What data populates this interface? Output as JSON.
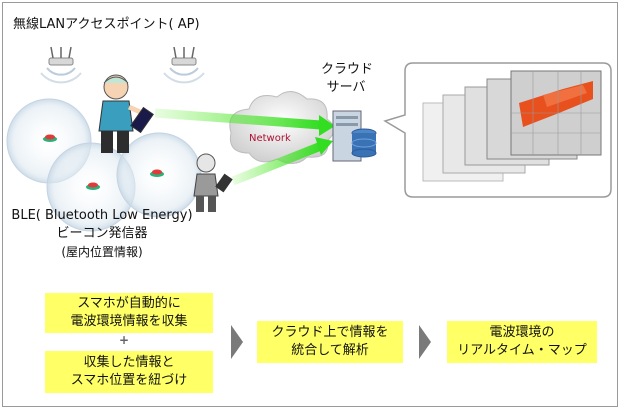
{
  "labels": {
    "wireless_ap": "無線LANアクセスポイント( AP)",
    "cloud_server_line1": "クラウド",
    "cloud_server_line2": "サーバ",
    "network": "Network",
    "ble_line1": "BLE( Bluetooth Low Energy)",
    "ble_line2": "ビーコン発信器",
    "ble_line3": "(屋内位置情報)"
  },
  "steps": {
    "box1_line1": "スマホが自動的に",
    "box1_line2": "電波環境情報を収集",
    "plus": "+",
    "box2_line1": "収集した情報と",
    "box2_line2": "スマホ位置を紐づけ",
    "box3_line1": "クラウド上で情報を",
    "box3_line2": "統合して解析",
    "box4_line1": "電波環境の",
    "box4_line2": "リアルタイム・マップ"
  },
  "colors": {
    "highlight_box": "#ffff66",
    "arrow_green": "#66ee33",
    "chevron_gray": "#7a7a7a",
    "beacon_circle": "#dde8f0",
    "heatmap_hot": "#e8501e"
  }
}
